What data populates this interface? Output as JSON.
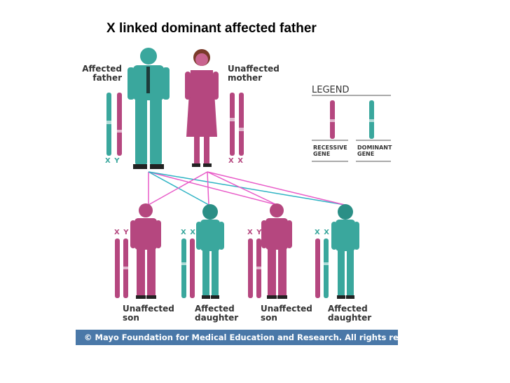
{
  "title": "X linked dominant affected father",
  "labels": {
    "father": "Affected\nfather",
    "mother": "Unaffected\nmother",
    "son1": "Unaffected\nson",
    "daughter1": "Affected\ndaughter",
    "son2": "Unaffected\nson",
    "daughter2": "Affected\ndaughter"
  },
  "chromosome_labels": {
    "father": "X  Y",
    "mother": "X  X",
    "son1": "X Y",
    "daughter1": "X X",
    "son2": "X Y",
    "daughter2": "X X"
  },
  "legend": {
    "title": "LEGEND",
    "recessive": "RECESSIVE\nGENE",
    "dominant": "DOMINANT\nGENE"
  },
  "colors": {
    "teal": "#3aa79d",
    "magenta": "#b5477f",
    "pink_line": "#e85bc8",
    "cyan_line": "#2fb3c4"
  },
  "copyright": "© Mayo Foundation for Medical Education and Research. All rights reserved."
}
